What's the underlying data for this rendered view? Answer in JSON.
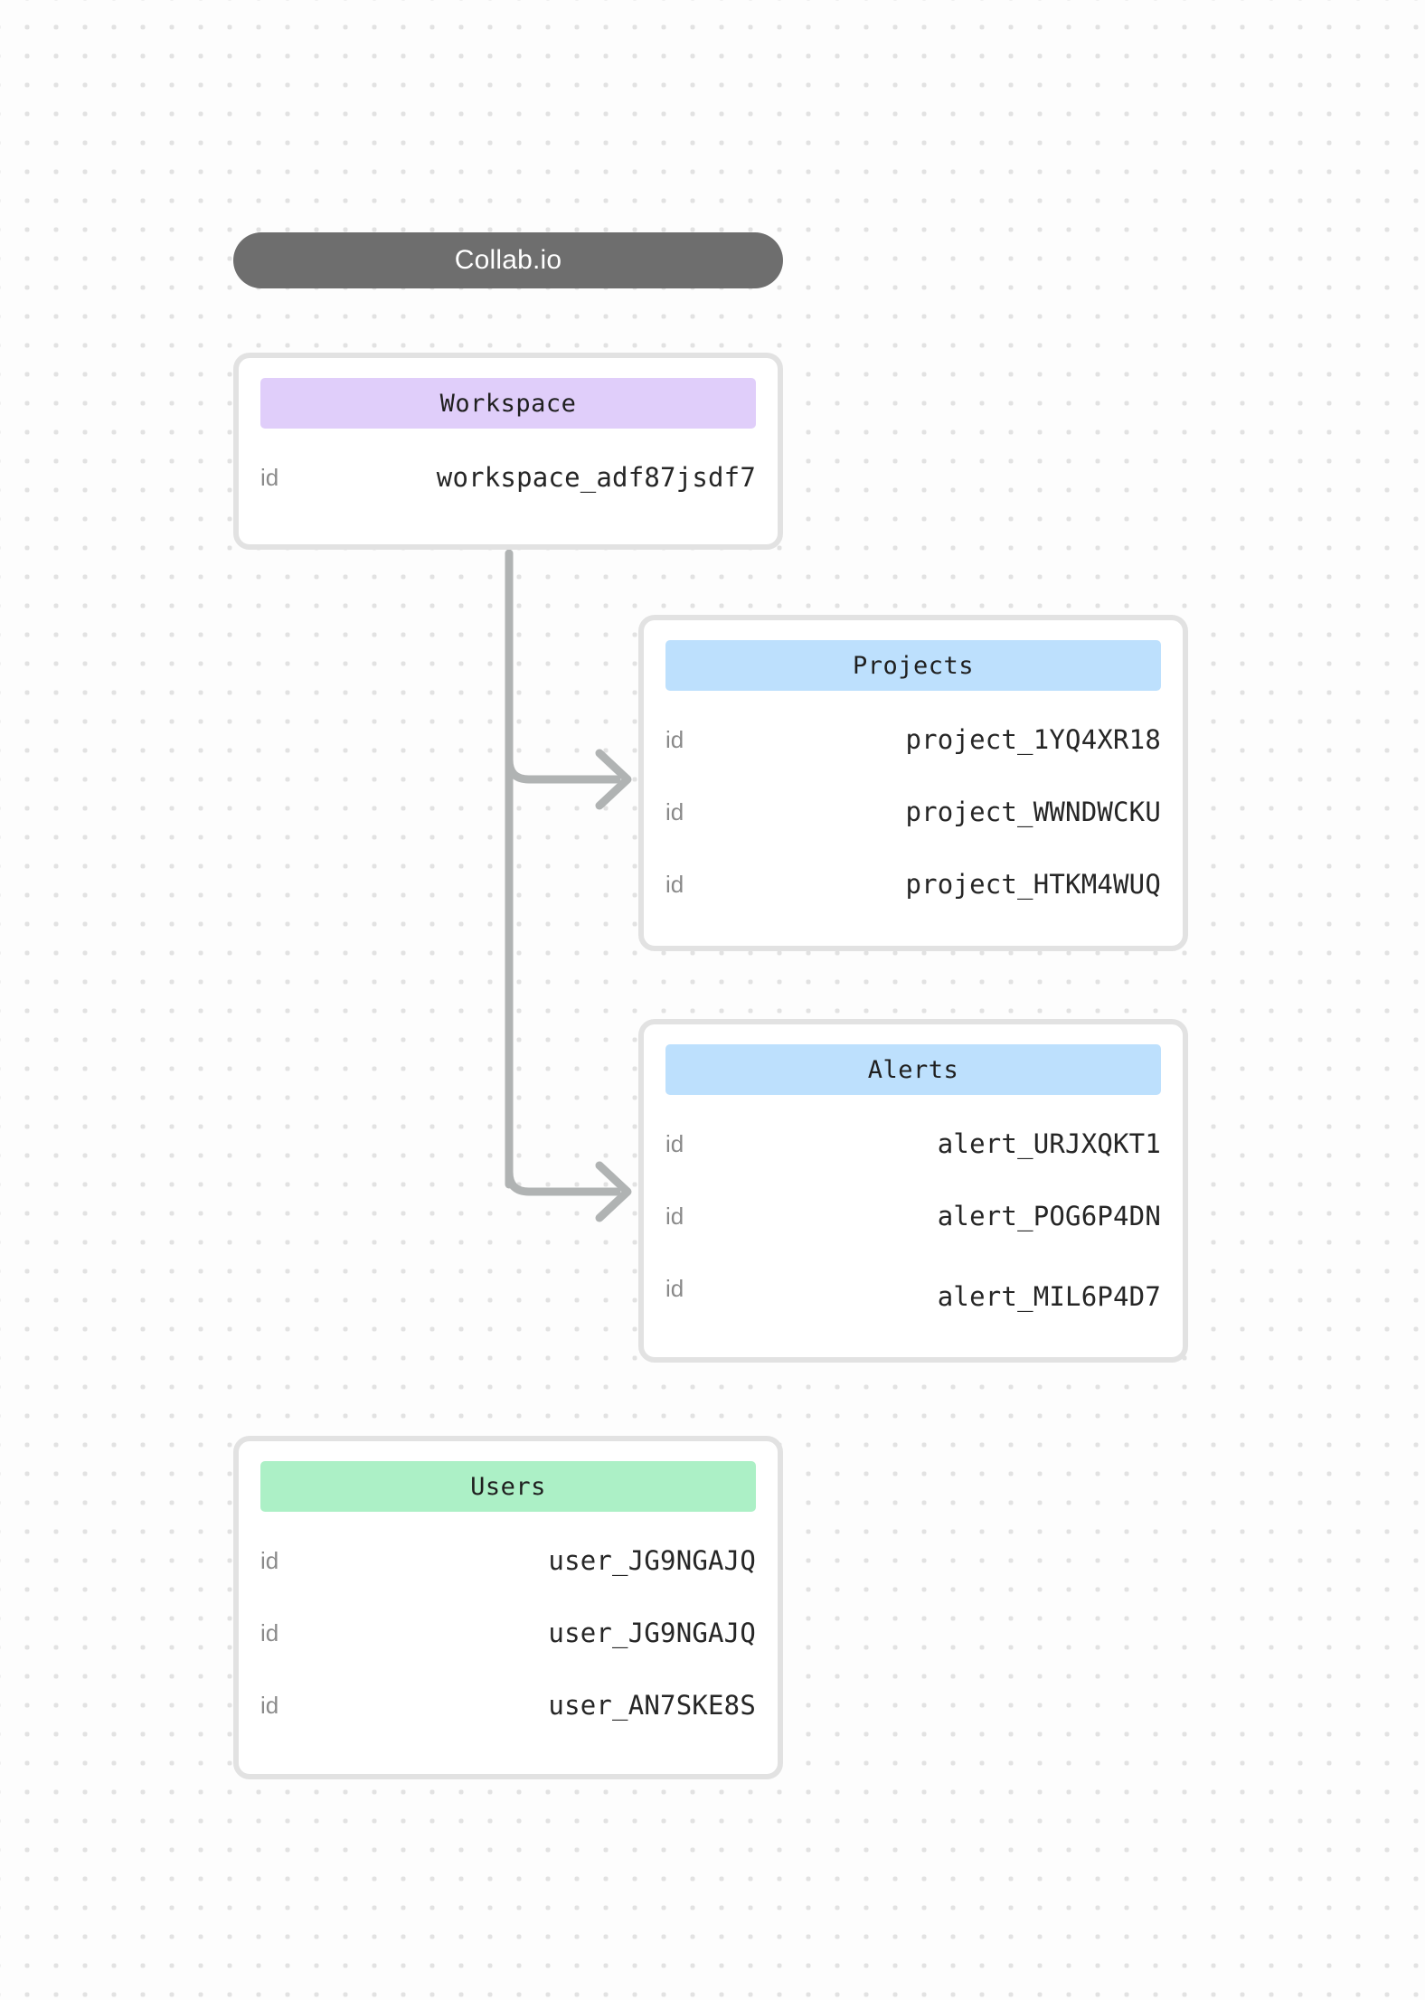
{
  "diagram": {
    "title": "Collab.io",
    "nodes": [
      {
        "id": "workspace",
        "title": "Workspace",
        "accent": "#E0CEFA",
        "rows": [
          {
            "key": "id",
            "value": "workspace_adf87jsdf7"
          }
        ]
      },
      {
        "id": "projects",
        "title": "Projects",
        "accent": "#BDE0FD",
        "rows": [
          {
            "key": "id",
            "value": "project_1YQ4XR18"
          },
          {
            "key": "id",
            "value": "project_WWNDWCKU"
          },
          {
            "key": "id",
            "value": "project_HTKM4WUQ"
          }
        ]
      },
      {
        "id": "alerts",
        "title": "Alerts",
        "accent": "#BDE0FD",
        "rows": [
          {
            "key": "id",
            "value": "alert_URJXQKT1"
          },
          {
            "key": "id",
            "value": "alert_POG6P4DN"
          },
          {
            "key": "id",
            "value": "alert_MIL6P4D7"
          }
        ]
      },
      {
        "id": "users",
        "title": "Users",
        "accent": "#ACF0C6",
        "rows": [
          {
            "key": "id",
            "value": "user_JG9NGAJQ"
          },
          {
            "key": "id",
            "value": "user_JG9NGAJQ"
          },
          {
            "key": "id",
            "value": "user_AN7SKE8S"
          }
        ]
      }
    ],
    "edges": [
      {
        "from": "workspace",
        "to": "projects"
      },
      {
        "from": "workspace",
        "to": "alerts"
      }
    ],
    "colors": {
      "title_pill": "#6E6E6E",
      "title_text": "#FFFFFF",
      "card_border": "#E2E2E2",
      "card_background": "#FFFFFF",
      "connector": "#B0B3B3",
      "key_text": "#8A8A8A",
      "value_text": "#262626",
      "canvas": "#FDFDFD",
      "grid_dot": "#E2E2E2"
    }
  }
}
